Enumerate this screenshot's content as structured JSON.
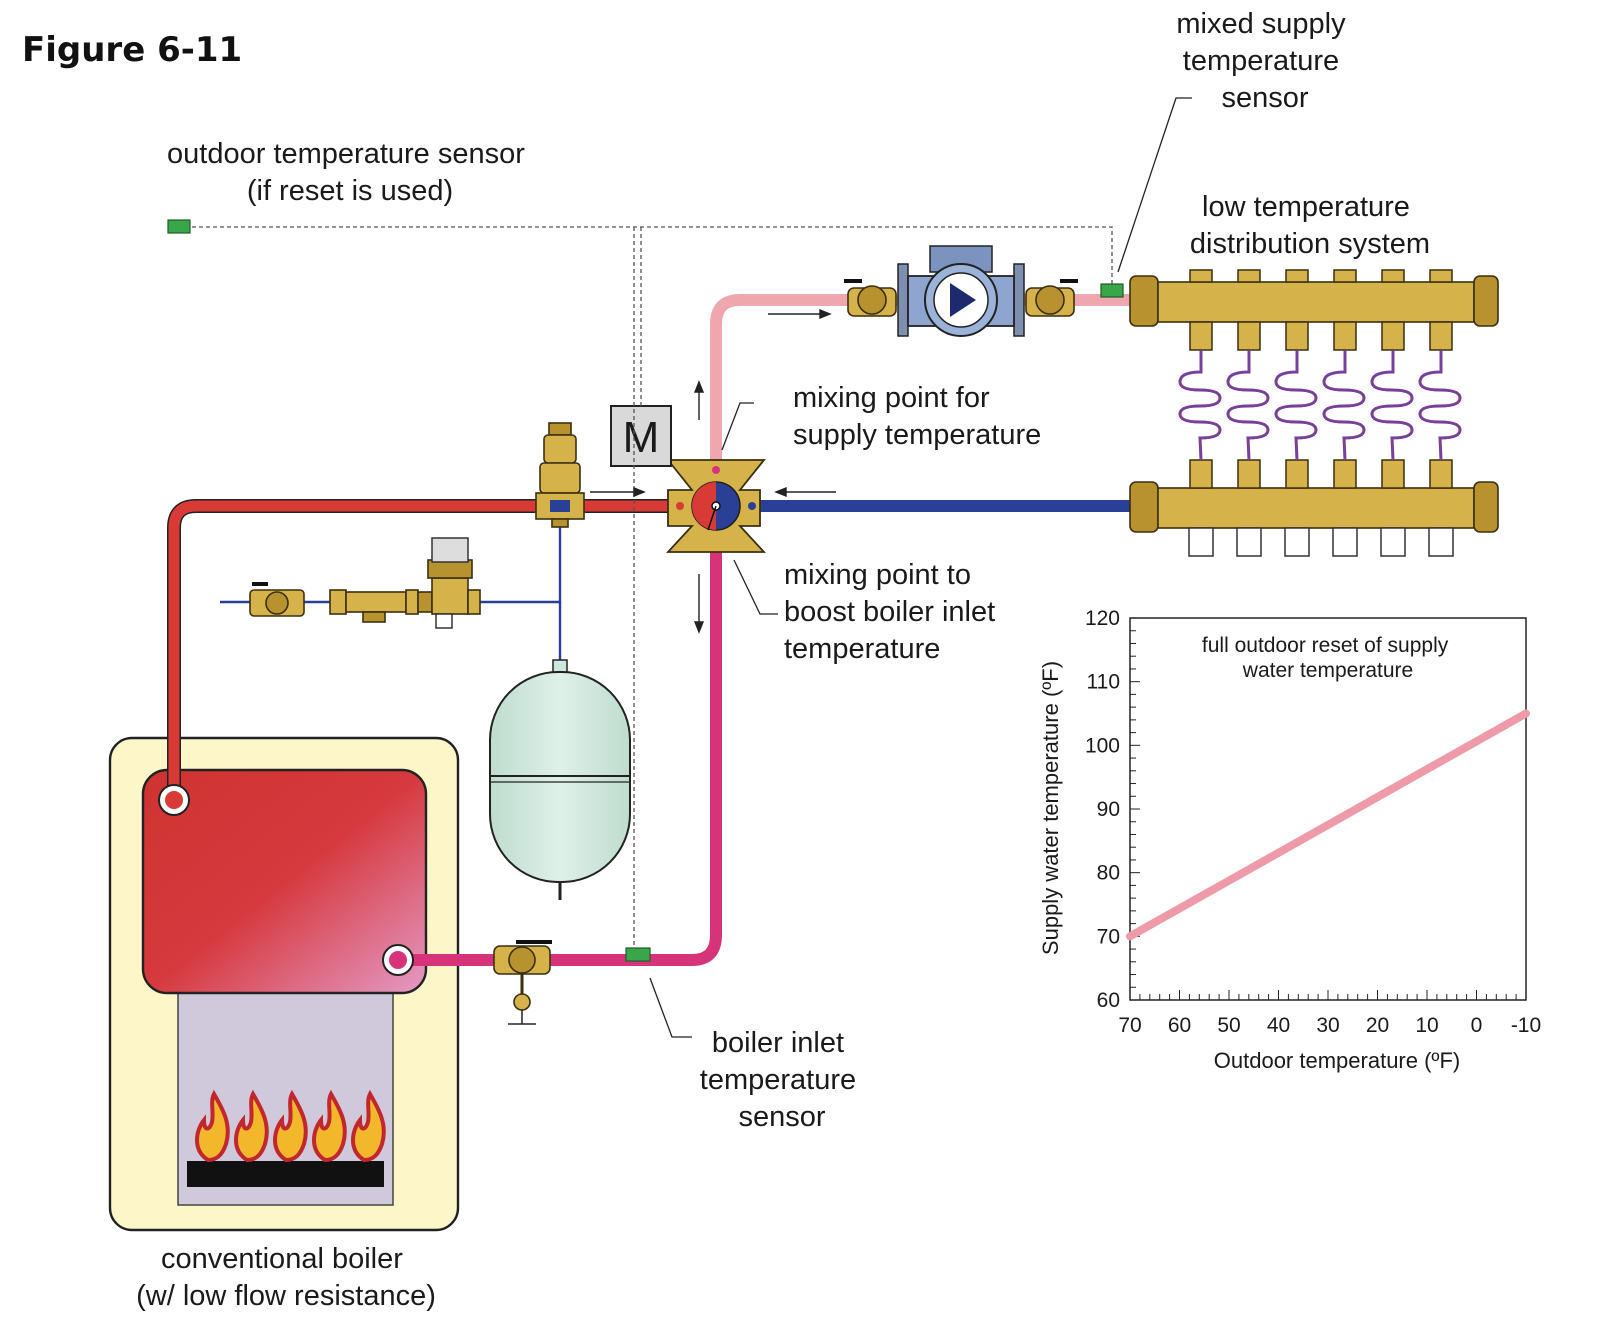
{
  "figure_label": "Figure 6-11",
  "labels": {
    "outdoor_sensor": [
      "outdoor temperature sensor",
      "(if reset is used)"
    ],
    "mixed_supply_sensor": [
      "mixed supply",
      "temperature",
      "sensor"
    ],
    "distribution": [
      "low temperature",
      "distribution system"
    ],
    "mixing_supply": [
      "mixing point for",
      "supply temperature"
    ],
    "mixing_boost": [
      "mixing point to",
      "boost boiler inlet",
      "temperature"
    ],
    "boiler_inlet_sensor": [
      "boiler inlet",
      "temperature",
      "sensor"
    ],
    "boiler": [
      "conventional boiler",
      "(w/ low flow resistance)"
    ],
    "valve_actuator": "M"
  },
  "colors": {
    "hot_supply": "#d83a36",
    "mixed_supply": "#f0a6ae",
    "return": "#2a3f96",
    "boiler_inlet": "#d6337a",
    "brass": "#d6b24a",
    "sensor": "#3aa64a",
    "expansion_tank": "#cfe6dc",
    "boiler_jacket": "#fdf6c8",
    "reset_line": "#ee9aa8"
  },
  "chart_data": {
    "type": "line",
    "title": "",
    "annotation": [
      "full outdoor reset of supply",
      "water temperature"
    ],
    "xlabel": "Outdoor temperature (ºF)",
    "ylabel": "Supply water temperature (ºF)",
    "x_ticks": [
      "70",
      "60",
      "50",
      "40",
      "30",
      "20",
      "10",
      "0",
      "-10"
    ],
    "y_ticks": [
      "60",
      "70",
      "80",
      "90",
      "100",
      "110",
      "120"
    ],
    "xlim": [
      70,
      -10
    ],
    "ylim": [
      60,
      120
    ],
    "series": [
      {
        "x": [
          70,
          -10
        ],
        "y": [
          70,
          105
        ]
      }
    ],
    "grid": false
  }
}
